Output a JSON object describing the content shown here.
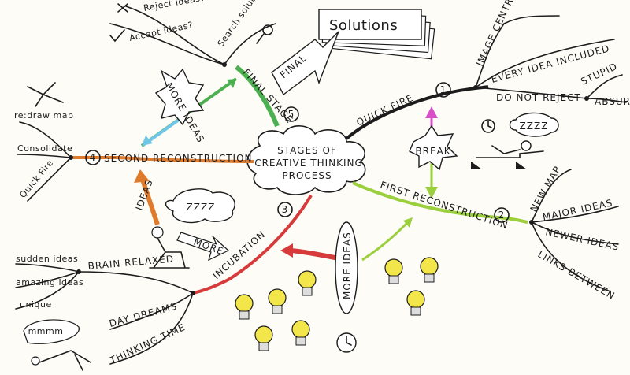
{
  "center": {
    "line1": "STAGES OF",
    "line2": "CREATIVE THINKING",
    "line3": "PROCESS"
  },
  "quick_fire": {
    "label": "QUICK FIRE",
    "number": "1",
    "image_central": "IMAGE CENTRAL",
    "every_idea": "EVERY IDEA INCLUDED",
    "do_not_reject": "DO NOT REJECT",
    "stupid": "STUPID",
    "absurd": "ABSURD"
  },
  "break": {
    "label": "BREAK",
    "zzzz": "ZZZZ"
  },
  "first_reconstruction": {
    "label": "FIRST RECONSTRUCTION",
    "number": "2",
    "new_map": "NEW MAP",
    "major_ideas": "MAJOR IDEAS",
    "newer_ideas": "NEWER IDEAS",
    "links_between": "LINKS BETWEEN"
  },
  "incubation": {
    "label": "INCUBATION",
    "number": "3",
    "more_ideas": "MORE IDEAS",
    "brain_relaxed": "BRAIN RELAXED",
    "sudden_ideas": "sudden ideas",
    "amazing_ideas": "amazing ideas",
    "unique": "unique",
    "day_dreams": "DAY DREAMS",
    "thinking_time": "THINKING TIME",
    "mmmm": "mmmm"
  },
  "second_reconstruction": {
    "label": "SECOND RECONSTRUCTION",
    "number": "4",
    "redraw_map": "re:draw map",
    "consolidate": "Consolidate",
    "quick_fire": "Quick Fire",
    "more": "MORE",
    "zzzz": "ZZZZ",
    "ideas": "IDEAS"
  },
  "final_stage": {
    "label": "FINAL STAGE",
    "number": "5",
    "search_solutions": "Search solutions",
    "accept_ideas": "Accept ideas?",
    "reject_ideas": "Reject ideas?",
    "more_ideas": "MORE IDEAS",
    "final": "FINAL",
    "solutions": "Solutions"
  },
  "colors": {
    "green": "#4caf50",
    "orange": "#e07b2c",
    "red": "#d63a3a",
    "lime": "#9bcf3e",
    "magenta": "#d94fc8",
    "cyan": "#6fc6e6",
    "bulb": "#f2e64a"
  }
}
